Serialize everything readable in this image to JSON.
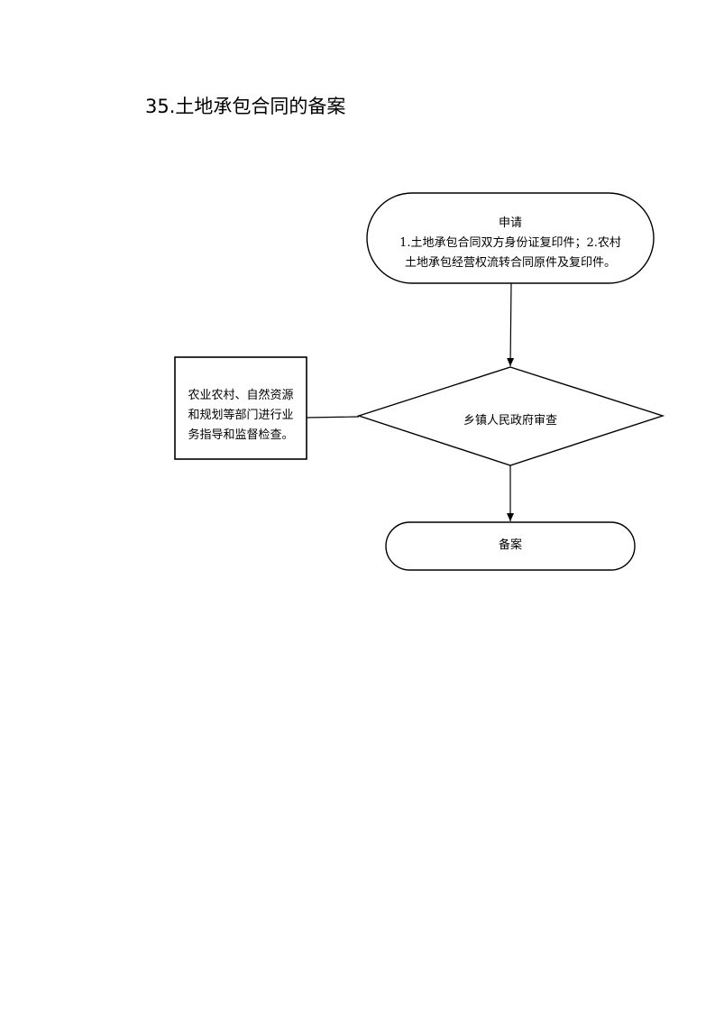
{
  "page": {
    "title": "35.土地承包合同的备案"
  },
  "flowchart": {
    "start": {
      "heading": "申请",
      "line1": "1.土地承包合同双方身份证复印件；2.农村",
      "line2": "土地承包经营权流转合同原件及复印件。"
    },
    "side": {
      "line1": "农业农村、自然资源",
      "line2": "和规划等部门进行业",
      "line3": "务指导和监督检查。"
    },
    "decision": {
      "label": "乡镇人民政府审查"
    },
    "end": {
      "label": "备案"
    },
    "colors": {
      "stroke": "#000000",
      "fill": "#ffffff"
    }
  }
}
